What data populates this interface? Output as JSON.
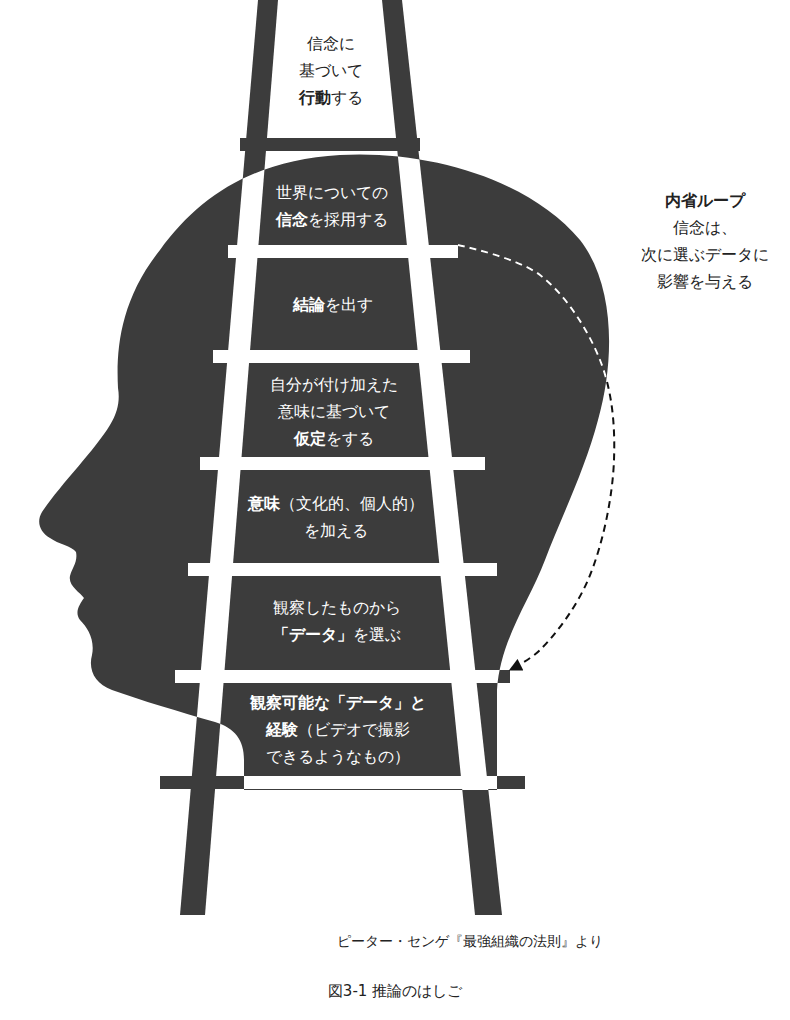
{
  "diagram": {
    "caption": "図3-1 推論のはしご",
    "nodes": [
      {
        "text": [
          "信念に 基づいて 行動する"
        ]
      },
      {
        "text": [
          "世界についての 信念を採用する"
        ]
      },
      {
        "text": [
          "結論を出す"
        ]
      },
      {
        "text": [
          "自分が付け加えた 意味に基づいて 仮定をする"
        ]
      },
      {
        "text": [
          "意味（文化的、個人的） を加える"
        ]
      },
      {
        "text": [
          "観察したものから 「データ」を選ぶ"
        ]
      },
      {
        "text": [
          "観察可能な「データ」と 経験（ビデオで撮影 できるようなもの）"
        ]
      }
    ],
    "edges": [
      {
        "from": 1,
        "to": 5,
        "arrow": "to"
      }
    ],
    "labels": [
      "内省ループ",
      "信念は、 次に選ぶデータに 影響を与える",
      "ピーター・センゲ『最強組織の法則』より"
    ]
  }
}
